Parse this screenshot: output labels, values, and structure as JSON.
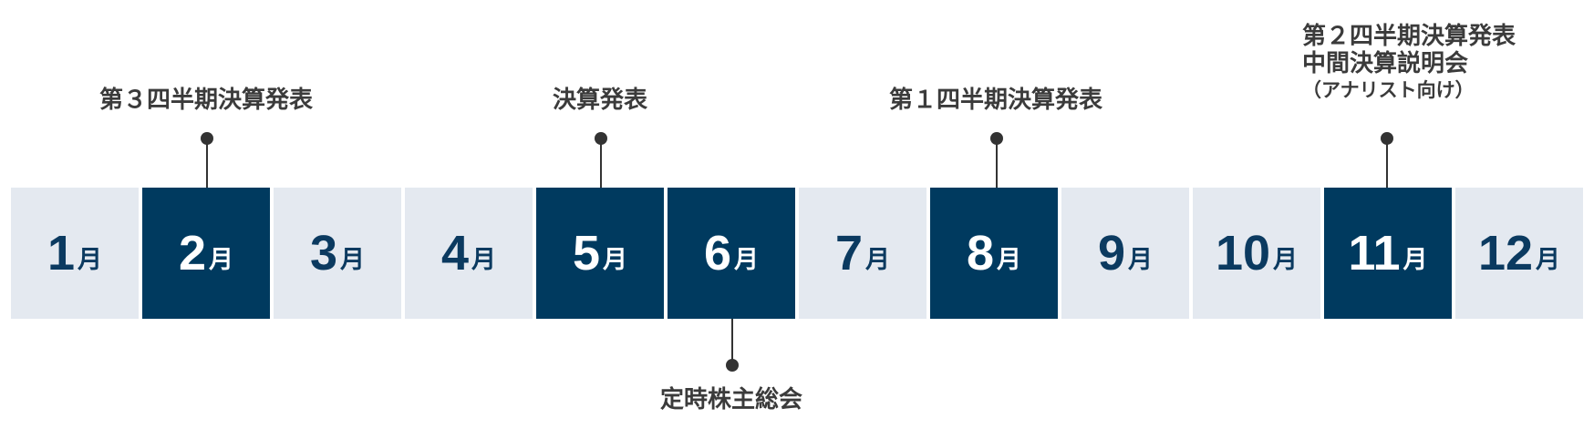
{
  "month_suffix": "月",
  "months": [
    {
      "num": "1",
      "highlight": false
    },
    {
      "num": "2",
      "highlight": true
    },
    {
      "num": "3",
      "highlight": false
    },
    {
      "num": "4",
      "highlight": false
    },
    {
      "num": "5",
      "highlight": true
    },
    {
      "num": "6",
      "highlight": true
    },
    {
      "num": "7",
      "highlight": false
    },
    {
      "num": "8",
      "highlight": true
    },
    {
      "num": "9",
      "highlight": false
    },
    {
      "num": "10",
      "highlight": false
    },
    {
      "num": "11",
      "highlight": true
    },
    {
      "num": "12",
      "highlight": false
    }
  ],
  "events": [
    {
      "month": "2",
      "position": "above",
      "lines": [
        "第３四半期決算発表"
      ]
    },
    {
      "month": "5",
      "position": "above",
      "lines": [
        "決算発表"
      ]
    },
    {
      "month": "6",
      "position": "below",
      "lines": [
        "定時株主総会"
      ]
    },
    {
      "month": "8",
      "position": "above",
      "lines": [
        "第１四半期決算発表"
      ]
    },
    {
      "month": "11",
      "position": "above",
      "lines": [
        "第２四半期決算発表",
        "中間決算説明会",
        "（アナリスト向け）"
      ]
    }
  ],
  "colors": {
    "highlight_bg": "#003a5f",
    "normal_bg": "#e4e9f0",
    "normal_text": "#0b3a60",
    "label_text": "#3b3b3b",
    "connector": "#333333"
  }
}
